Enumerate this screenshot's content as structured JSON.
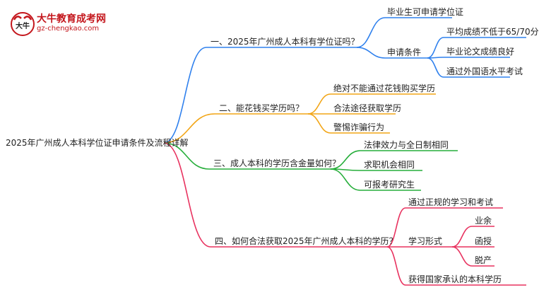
{
  "brand": {
    "title": "大牛教育成考网",
    "url": "gz-chengkao.com",
    "mark_text": "大牛"
  },
  "colors": {
    "b1": "#2f80ed",
    "b2": "#f2a516",
    "b3": "#27ae3b",
    "b4": "#e8325f",
    "text": "#222222"
  },
  "root": {
    "label": "2025年广州成人本科学位证申请条件及流程详解"
  },
  "branches": [
    {
      "label": "一、2025年广州成人本科有学位证吗？",
      "children": [
        {
          "label": "毕业生可申请学位证",
          "children": []
        },
        {
          "label": "申请条件",
          "children": [
            {
              "label": "平均成绩不低于65/70分"
            },
            {
              "label": "毕业论文成绩良好"
            },
            {
              "label": "通过外国语水平考试"
            }
          ]
        }
      ]
    },
    {
      "label": "二、能花钱买学历吗？",
      "children": [
        {
          "label": "绝对不能通过花钱购买学历",
          "children": []
        },
        {
          "label": "合法途径获取学历",
          "children": []
        },
        {
          "label": "警惕诈骗行为",
          "children": []
        }
      ]
    },
    {
      "label": "三、成人本科的学历含金量如何？",
      "children": [
        {
          "label": "法律效力与全日制相同",
          "children": []
        },
        {
          "label": "求职机会相同",
          "children": []
        },
        {
          "label": "可报考研究生",
          "children": []
        }
      ]
    },
    {
      "label": "四、如何合法获取2025年广州成人本科的学历？",
      "children": [
        {
          "label": "通过正规的学习和考试",
          "children": []
        },
        {
          "label": "学习形式",
          "children": [
            {
              "label": "业余"
            },
            {
              "label": "函授"
            },
            {
              "label": "脱产"
            }
          ]
        },
        {
          "label": "获得国家承认的本科学历",
          "children": []
        }
      ]
    }
  ]
}
